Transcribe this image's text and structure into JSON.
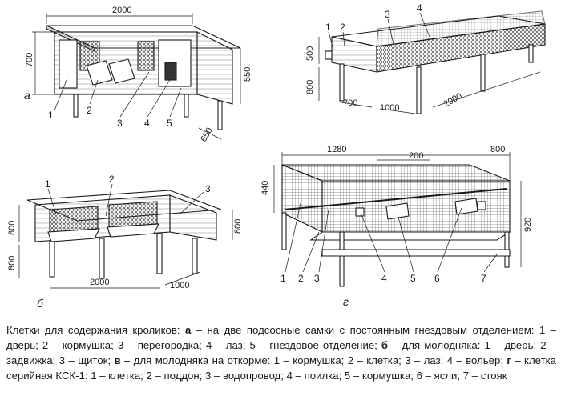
{
  "panels": {
    "a": {
      "letter": "а",
      "dims": {
        "length": "2000",
        "height": "700",
        "leg_height": "550",
        "depth": "650"
      },
      "callouts": [
        "1",
        "2",
        "3",
        "4",
        "5"
      ]
    },
    "b": {
      "letter": "б",
      "dims": {
        "box_height": "800",
        "leg_height": "800",
        "right_height": "800",
        "length": "2000",
        "depth": "1000"
      },
      "callouts": [
        "1",
        "2",
        "3"
      ]
    },
    "v": {
      "dims": {
        "top_height": "500",
        "leg_height": "800",
        "nest_len": "700",
        "depth": "1000",
        "length": "2000"
      },
      "callouts": [
        "1",
        "2",
        "3",
        "4"
      ]
    },
    "g": {
      "letter": "г",
      "dims": {
        "left_len": "1280",
        "mid_len": "200",
        "right_len": "800",
        "top_height": "440",
        "total_height": "920"
      },
      "callouts": [
        "1",
        "2",
        "3",
        "4",
        "5",
        "6",
        "7"
      ]
    }
  },
  "caption": {
    "intro": "Клетки для содержания кроликов: ",
    "a_letter": "а",
    "a_text": " – на две подсосные самки с постоянным гнездовым отделением: 1 – дверь; 2 – кормушка; 3 – перегородка; 4 – лаз; 5 – гнездовое отделение; ",
    "b_letter": "б",
    "b_text": " – для молодняка: 1 – дверь; 2 – задвижка; 3 – щиток; ",
    "v_letter": "в",
    "v_text": " – для молодняка на откорме: 1 – кормушка; 2 – клетка; 3 – лаз; 4 – вольер; ",
    "g_letter": "г",
    "g_text": " – клетка серийная КСК-1: 1 – клетка; 2 – поддон; 3 – водопровод; 4 – поилка; 5 – кормушка; 6 – ясли; 7 – стояк"
  }
}
